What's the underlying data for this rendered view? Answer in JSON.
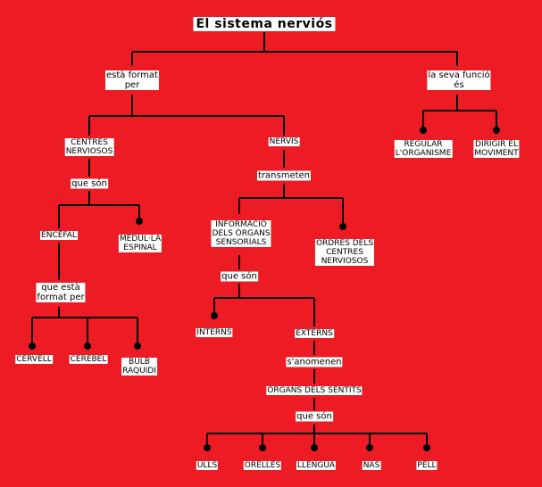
{
  "title": "El sistema nerviós",
  "connectors": {
    "esta_format_per": "està format\nper",
    "la_seva_funcio_es": "la seva funció\nés",
    "que_son_1": "que són",
    "transmeten": "transmeten",
    "que_esta_format_per": "que està\nformat per",
    "que_son_2": "que són",
    "s_anomenen": "s'anomenen",
    "que_son_3": "que són"
  },
  "nodes": {
    "centres_nerviosos": "CENTRES\nNERVIOSOS",
    "nervis": "NERVIS",
    "regular_organisme": "REGULAR\nL'ORGANISME",
    "dirigir_moviment": "DIRIGIR EL\nMOVIMENT",
    "encefal": "ENCÈFAL",
    "medulla_espinal": "MEDUL·LA\nESPINAL",
    "informacio": "INFORMACIÓ\nDELS ÒRGANS\nSENSORIALS",
    "ordres": "ORDRES DELS\nCENTRES\nNERVIOSOS",
    "cervell": "CERVELL",
    "cerebel": "CEREBEL",
    "bulb": "BULB\nRAQUIDI",
    "interns": "INTERNS",
    "externs": "EXTERNS",
    "organs_sentits": "ÒRGANS DELS SENTITS",
    "ulls": "ULLS",
    "orelles": "ORELLES",
    "llengua": "LLENGUA",
    "nas": "NAS",
    "pell": "PELL"
  }
}
